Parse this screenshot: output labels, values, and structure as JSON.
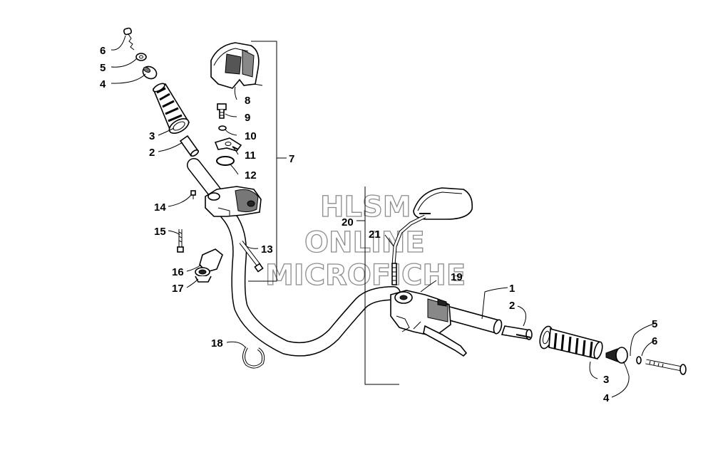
{
  "watermark": {
    "line1": "HLSM",
    "line2": "ONLINE",
    "line3": "MICROFICHE"
  },
  "labels": {
    "l6a": "6",
    "l5a": "5",
    "l4a": "4",
    "l3a": "3",
    "l2a": "2",
    "l8": "8",
    "l9": "9",
    "l10": "10",
    "l11": "11",
    "l12": "12",
    "l7": "7",
    "l14": "14",
    "l15": "15",
    "l13": "13",
    "l16": "16",
    "l17": "17",
    "l18": "18",
    "l20": "20",
    "l21": "21",
    "l19": "19",
    "l1": "1",
    "l2b": "2",
    "l5b": "5",
    "l6b": "6",
    "l3b": "3",
    "l4b": "4"
  }
}
